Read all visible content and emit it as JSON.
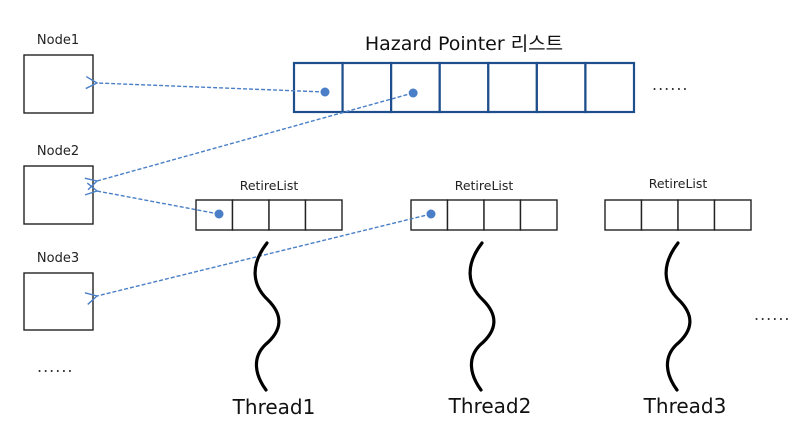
{
  "title": "Hazard Pointer 리스트",
  "hazard_pointer_list": {
    "cell_count": 7,
    "pointer_cells": [
      0,
      2
    ],
    "ellipsis": "......"
  },
  "nodes": [
    {
      "label": "Node1"
    },
    {
      "label": "Node2"
    },
    {
      "label": "Node3"
    }
  ],
  "nodes_ellipsis": "......",
  "retire_lists": [
    {
      "label": "RetireList",
      "cell_count": 4,
      "pointer_cells": [
        0
      ]
    },
    {
      "label": "RetireList",
      "cell_count": 4,
      "pointer_cells": [
        0
      ]
    },
    {
      "label": "RetireList",
      "cell_count": 4,
      "pointer_cells": []
    }
  ],
  "threads": [
    {
      "label": "Thread1"
    },
    {
      "label": "Thread2"
    },
    {
      "label": "Thread3"
    }
  ],
  "threads_ellipsis": "......",
  "edges": [
    {
      "from": "hazard_pointer.0",
      "to": "Node1"
    },
    {
      "from": "hazard_pointer.2",
      "to": "Node2"
    },
    {
      "from": "retire_list.0.0",
      "to": "Node2"
    },
    {
      "from": "retire_list.1.0",
      "to": "Node3"
    }
  ],
  "colors": {
    "hp_border": "#1f4e8c",
    "pointer": "#4a7fc7",
    "box_border": "#222222"
  }
}
